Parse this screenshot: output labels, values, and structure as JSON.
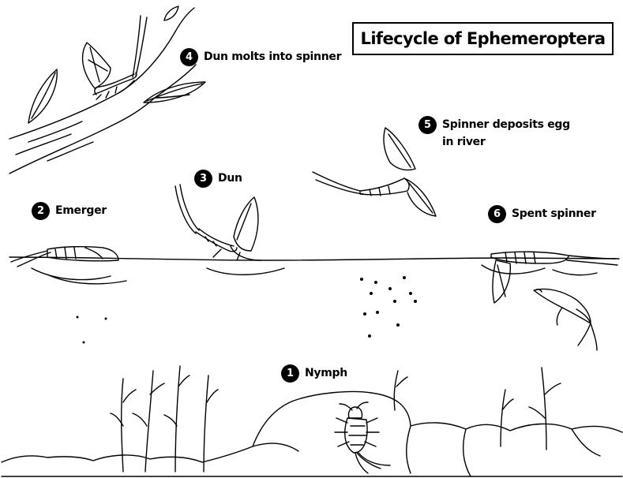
{
  "title": "Lifecycle of Ephemeroptera",
  "stages": [
    {
      "number": "1",
      "label": "Nymph"
    },
    {
      "number": "2",
      "label": "Emerger"
    },
    {
      "number": "3",
      "label": "Dun"
    },
    {
      "number": "4",
      "label": "Dun molts into spinner"
    },
    {
      "number": "5",
      "label_lines": [
        "Spinner deposits egg",
        "in river"
      ]
    },
    {
      "number": "6",
      "label": "Spent spinner"
    }
  ],
  "colors": {
    "line": "#000000",
    "background": "#ffffff"
  }
}
